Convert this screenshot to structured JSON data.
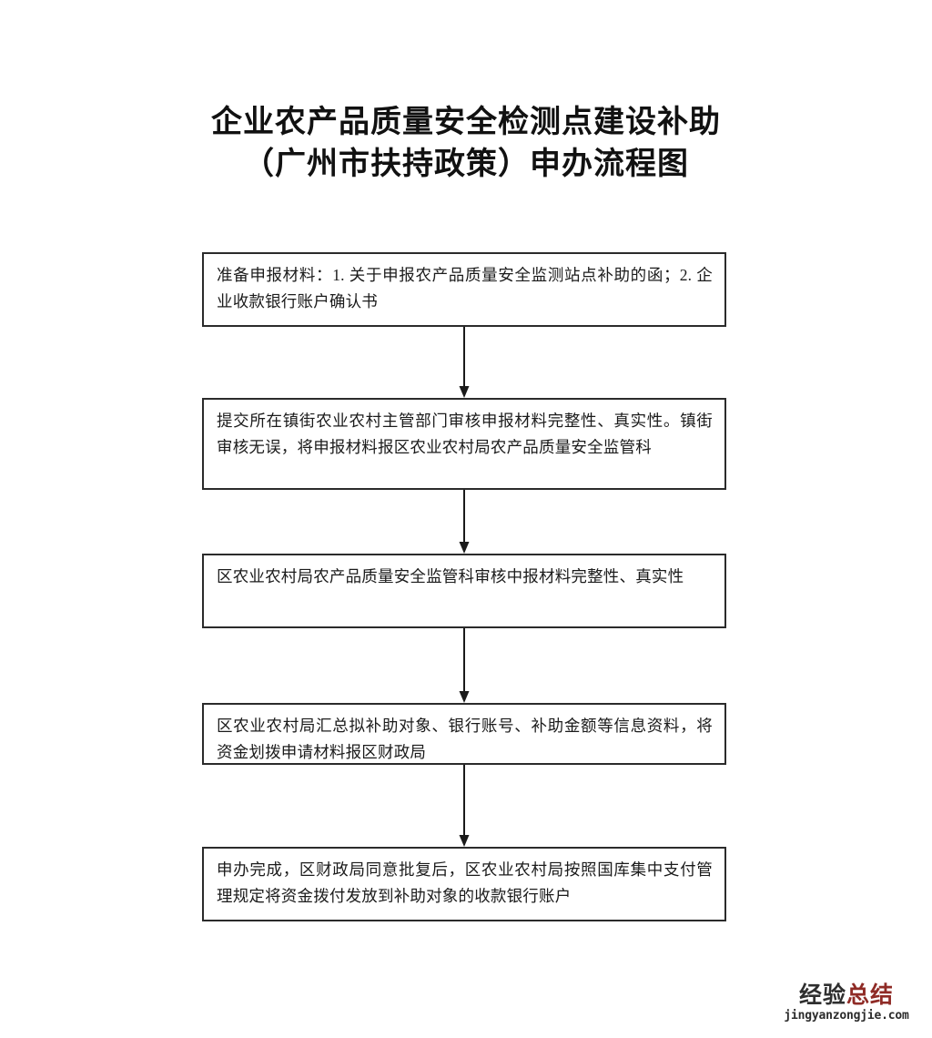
{
  "document": {
    "title_lines": [
      "企业农产品质量安全检测点建设补助",
      "（广州市扶持政策）申办流程图"
    ],
    "background_color": "#ffffff",
    "text_color": "#1b1b1b",
    "box_border_color": "#2b2b2b"
  },
  "flowchart": {
    "type": "vertical-flow",
    "node_count": 5,
    "connector_count": 4,
    "nodes": [
      {
        "id": "step-1",
        "text": "准备申报材料：1. 关于申报农产品质量安全监测站点补助的函；2. 企业收款银行账户确认书"
      },
      {
        "id": "step-2",
        "text": "提交所在镇街农业农村主管部门审核申报材料完整性、真实性。镇街审核无误，将申报材料报区农业农村局农产品质量安全监管科"
      },
      {
        "id": "step-3",
        "text": "区农业农村局农产品质量安全监管科审核中报材料完整性、真实性"
      },
      {
        "id": "step-4",
        "text": "区农业农村局汇总拟补助对象、银行账号、补助金额等信息资料，将资金划拨申请材料报区财政局"
      },
      {
        "id": "step-5",
        "text": "申办完成，区财政局同意批复后，区农业农村局按照国库集中支付管理规定将资金拨付发放到补助对象的收款银行账户"
      }
    ]
  },
  "watermark": {
    "brand_dark": "经验",
    "brand_red": "总结",
    "url": "jingyanzongjie.com",
    "dark_color": "#2f2f2f",
    "red_color": "#8f2b26"
  }
}
